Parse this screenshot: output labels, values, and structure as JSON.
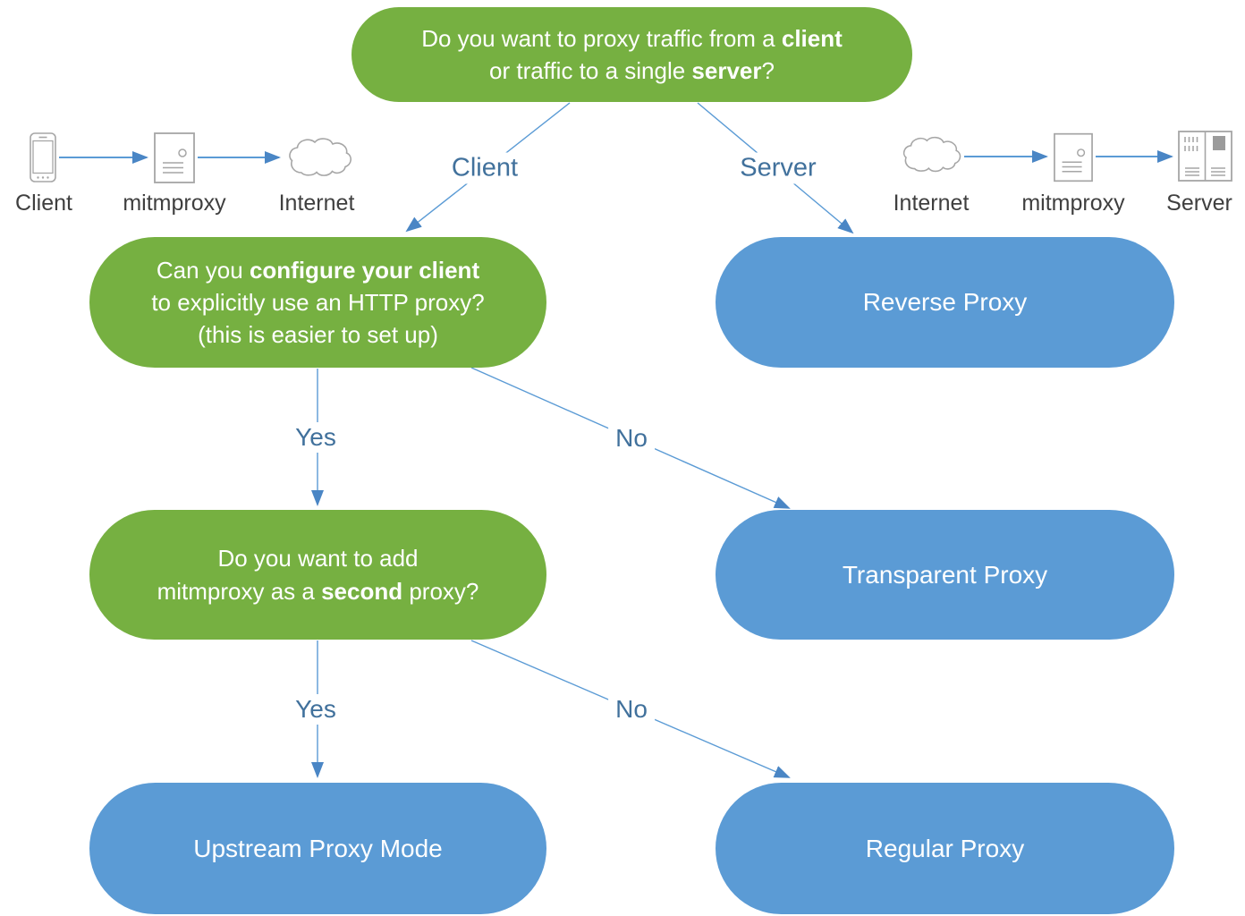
{
  "colors": {
    "question_green": "#76b041",
    "result_blue": "#5b9bd5",
    "connector_line": "#5b9bd5",
    "connector_head": "#4a86c5",
    "connector_label_blue": "#41719c",
    "icon_stroke_gray": "#a6a6a6",
    "icon_label_gray": "#3f3f3f"
  },
  "flow": {
    "q_top": {
      "segments": [
        {
          "text": "Do you want to proxy traffic from a "
        },
        {
          "text": "client",
          "bold": true
        },
        {
          "br": true
        },
        {
          "text": "or traffic to a single "
        },
        {
          "text": "server",
          "bold": true
        },
        {
          "text": "?"
        }
      ]
    },
    "branch_client": "Client",
    "branch_server": "Server",
    "q_client": {
      "segments": [
        {
          "text": "Can you "
        },
        {
          "text": "configure your client",
          "bold": true
        },
        {
          "br": true
        },
        {
          "text": "to explicitly use an HTTP proxy?"
        },
        {
          "br": true
        },
        {
          "text": "(this is easier to set up)"
        }
      ]
    },
    "q_second": {
      "segments": [
        {
          "text": "Do you want to add"
        },
        {
          "br": true
        },
        {
          "text": "mitmproxy as a "
        },
        {
          "text": "second",
          "bold": true
        },
        {
          "text": " proxy?"
        }
      ]
    },
    "yes1": "Yes",
    "no1": "No",
    "yes2": "Yes",
    "no2": "No",
    "reverse_proxy": "Reverse Proxy",
    "transparent_proxy": "Transparent Proxy",
    "upstream_proxy": "Upstream Proxy Mode",
    "regular_proxy": "Regular Proxy"
  },
  "mini_left": {
    "items": [
      {
        "icon": "smartphone-icon",
        "label": "Client"
      },
      {
        "icon": "server-icon",
        "label": "mitmproxy"
      },
      {
        "icon": "cloud-icon",
        "label": "Internet"
      }
    ]
  },
  "mini_right": {
    "items": [
      {
        "icon": "cloud-icon",
        "label": "Internet"
      },
      {
        "icon": "server-icon",
        "label": "mitmproxy"
      },
      {
        "icon": "rack-icon",
        "label": "Server"
      }
    ]
  }
}
